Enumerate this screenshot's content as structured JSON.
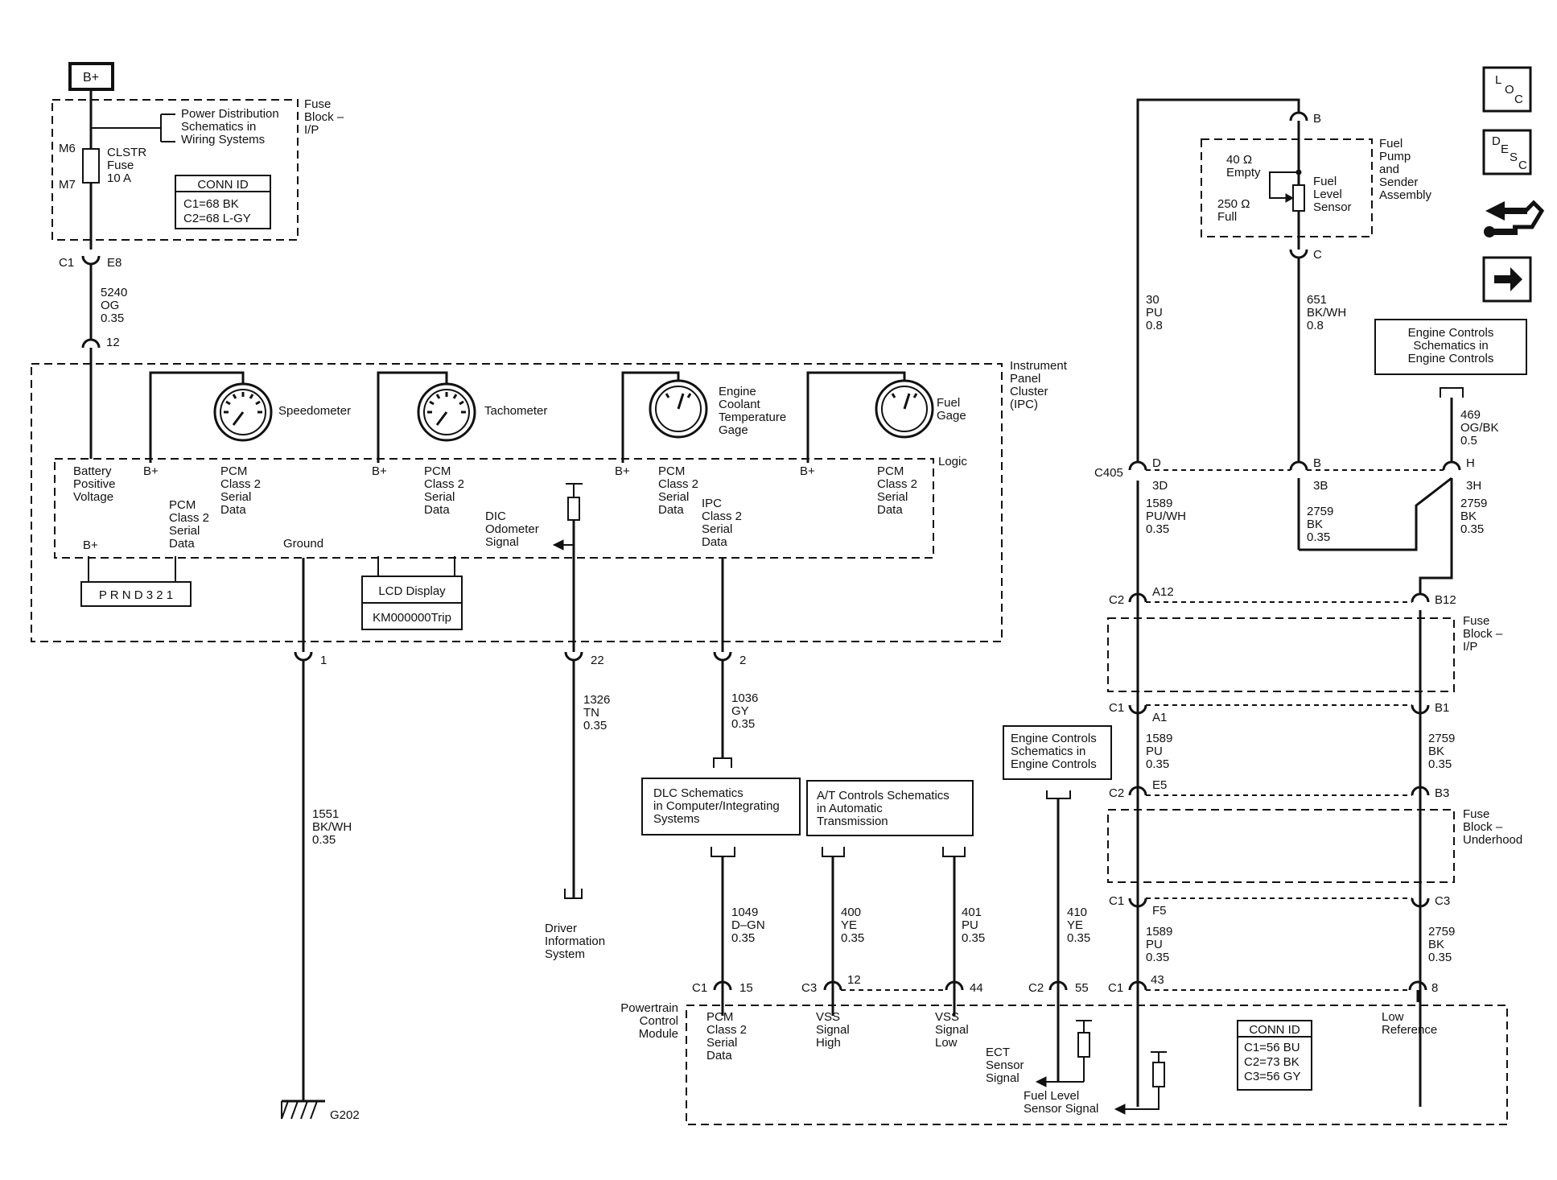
{
  "power": {
    "bplus": "B+"
  },
  "fuse_block_ip": {
    "title": [
      "Fuse",
      "Block –",
      "I/P"
    ],
    "power_ref": [
      "Power Distribution",
      "Schematics in",
      "Wiring  Systems"
    ],
    "pin_m6": "M6",
    "pin_m7": "M7",
    "fuse": [
      "CLSTR",
      "Fuse",
      "10 A"
    ],
    "conn": {
      "title": "CONN ID",
      "lines": [
        "C1=68 BK",
        "C2=68 L-GY"
      ]
    }
  },
  "c1_e8": {
    "left": "C1",
    "right": "E8"
  },
  "wire_5240": [
    "5240",
    "OG",
    "0.35"
  ],
  "pin_12": "12",
  "ipc": {
    "title": [
      "Instrument",
      "Panel",
      "Cluster",
      "(IPC)"
    ],
    "logic": "Logic",
    "speedometer": "Speedometer",
    "tachometer": "Tachometer",
    "ect_gage": [
      "Engine",
      "Coolant",
      "Temperature",
      "Gage"
    ],
    "fuel_gage": [
      "Fuel",
      "Gage"
    ],
    "battery": [
      "Battery",
      "Positive",
      "Voltage"
    ],
    "bplus": "B+",
    "pcm_class2": [
      "PCM",
      "Class 2",
      "Serial",
      "Data"
    ],
    "ipc_class2": [
      "IPC",
      "Class 2",
      "Serial",
      "Data"
    ],
    "dic_signal": [
      "DIC",
      "Odometer",
      "Signal"
    ],
    "ground": "Ground",
    "prnd": "P R N D 3 2 1",
    "lcd_title": "LCD Display",
    "lcd_value": "KM000000Trip"
  },
  "ipc_pins": {
    "p1": "1",
    "p22": "22",
    "p2": "2"
  },
  "wire_1551": [
    "1551",
    "BK/WH",
    "0.35"
  ],
  "wire_1326": [
    "1326",
    "TN",
    "0.35"
  ],
  "wire_1036": [
    "1036",
    "GY",
    "0.35"
  ],
  "g202": "G202",
  "driver_info": [
    "Driver",
    "Information",
    "System"
  ],
  "dlc_ref": [
    "DLC Schematics",
    "in Computer/Integrating",
    "Systems"
  ],
  "at_ref": [
    "A/T Controls Schematics",
    "in Automatic",
    "Transmission"
  ],
  "ec_ref": [
    "Engine Controls",
    "Schematics in",
    "Engine Controls"
  ],
  "wire_1049": [
    "1049",
    "D–GN",
    "0.35"
  ],
  "wire_400": [
    "400",
    "YE",
    "0.35"
  ],
  "wire_401": [
    "401",
    "PU",
    "0.35"
  ],
  "wire_410": [
    "410",
    "YE",
    "0.35"
  ],
  "pcm_conn": {
    "c1": "C1",
    "p15": "15",
    "c3": "C3",
    "p12": "12",
    "p44": "44",
    "c2": "C2",
    "p55": "55",
    "c1b": "C1",
    "p43": "43",
    "p8": "8"
  },
  "pcm": {
    "title": [
      "Powertrain",
      "Control",
      "Module"
    ],
    "class2": [
      "PCM",
      "Class 2",
      "Serial",
      "Data"
    ],
    "vss_high": [
      "VSS",
      "Signal",
      "High"
    ],
    "vss_low": [
      "VSS",
      "Signal",
      "Low"
    ],
    "ect_signal": [
      "ECT",
      "Sensor",
      "Signal"
    ],
    "fuel_signal": [
      "Fuel Level",
      "Sensor Signal"
    ],
    "low_ref": [
      "Low",
      "Reference"
    ],
    "conn": {
      "title": "CONN ID",
      "lines": [
        "C1=56 BU",
        "C2=73 BK",
        "C3=56 GY"
      ]
    }
  },
  "fuel_pump": {
    "title": [
      "Fuel",
      "Pump",
      "and",
      "Sender",
      "Assembly"
    ],
    "empty": [
      "40 Ω",
      "Empty"
    ],
    "full": [
      "250  Ω",
      "Full"
    ],
    "sensor": [
      "Fuel",
      "Level",
      "Sensor"
    ],
    "pin_b": "B",
    "pin_c": "C"
  },
  "wire_30": [
    "30",
    "PU",
    "0.8"
  ],
  "wire_651": [
    "651",
    "BK/WH",
    "0.8"
  ],
  "ec_ref2": [
    "Engine Controls",
    "Schematics in",
    "Engine Controls"
  ],
  "wire_469": [
    "469",
    "OG/BK",
    "0.5"
  ],
  "c405": {
    "name": "C405",
    "d": "D",
    "b": "B",
    "h": "H",
    "d3": "3D",
    "b3": "3B",
    "h3": "3H"
  },
  "wire_1589a": [
    "1589",
    "PU/WH",
    "0.35"
  ],
  "wire_2759a": [
    "2759",
    "BK",
    "0.35"
  ],
  "wire_2759b": [
    "2759",
    "BK",
    "0.35"
  ],
  "c2_top": {
    "c": "C2",
    "a12": "A12",
    "b12": "B12"
  },
  "fb_ip2": [
    "Fuse",
    "Block –",
    "I/P"
  ],
  "c1_mid": {
    "c": "C1",
    "a1": "A1",
    "b1": "B1"
  },
  "wire_1589b": [
    "1589",
    "PU",
    "0.35"
  ],
  "wire_2759c": [
    "2759",
    "BK",
    "0.35"
  ],
  "c2_mid": {
    "c": "C2",
    "e5": "E5",
    "b3": "B3"
  },
  "fb_uh": [
    "Fuse",
    "Block –",
    "Underhood"
  ],
  "c1_low": {
    "c": "C1",
    "f5": "F5",
    "c3": "C3"
  },
  "wire_1589c": [
    "1589",
    "PU",
    "0.35"
  ],
  "wire_2759d": [
    "2759",
    "BK",
    "0.35"
  ],
  "icons": {
    "loc": [
      "L",
      "O",
      "C"
    ],
    "desc": [
      "D",
      "E",
      "S",
      "C"
    ]
  }
}
